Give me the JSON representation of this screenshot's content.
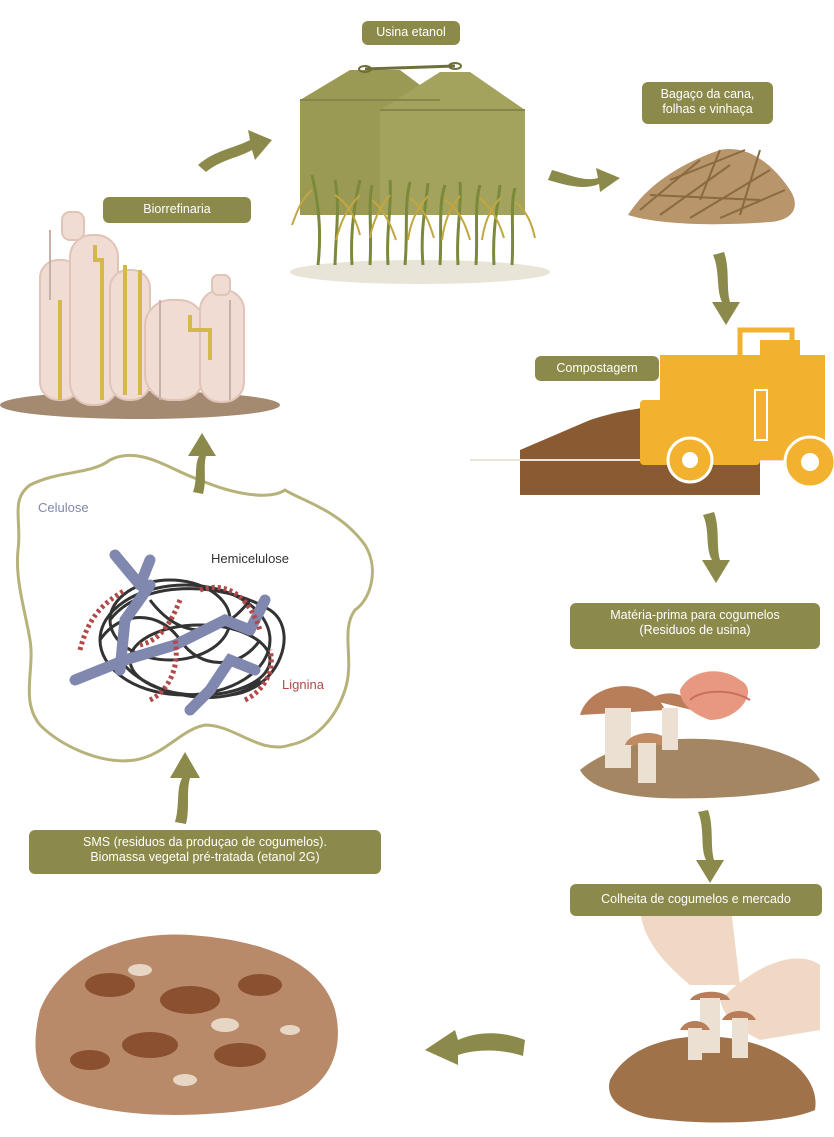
{
  "stages": {
    "usina": {
      "label": "Usina etanol"
    },
    "bagaco": {
      "lines": [
        "Bagaço da cana,",
        "folhas e vinhaça"
      ]
    },
    "biorrefinaria": {
      "label": "Biorrefinaria"
    },
    "compostagem": {
      "label": "Compostagem"
    },
    "materia_prima": {
      "lines": [
        "Matéria-prima para cogumelos",
        "(Residuos de usina)"
      ]
    },
    "colheita": {
      "label": "Colheita de cogumelos e mercado"
    },
    "sms": {
      "lines": [
        "SMS (residuos da produçao de cogumelos).",
        "Biomassa vegetal pré-tratada (etanol 2G)"
      ]
    }
  },
  "molecule": {
    "celulose": "Celulose",
    "hemicelulose": "Hemicelulose",
    "lignina": "Lignina"
  },
  "colors": {
    "label_bg": "#8c8a4a",
    "arrow": "#8c8a4a",
    "silo": "#9a9a55",
    "tractor": "#f2b12e",
    "celulose": "#8088b0",
    "lignina": "#b24848",
    "hemicelulose": "#333333"
  }
}
